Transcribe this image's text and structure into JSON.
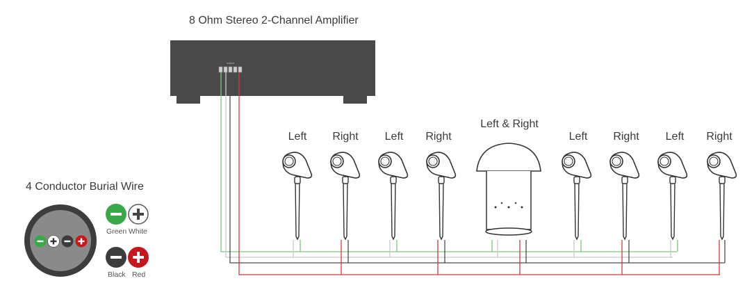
{
  "amplifier": {
    "title": "8 Ohm Stereo 2-Channel Amplifier",
    "terminal_label": "output"
  },
  "speakers": [
    {
      "label": "Left",
      "type": "spot"
    },
    {
      "label": "Right",
      "type": "spot"
    },
    {
      "label": "Left",
      "type": "spot"
    },
    {
      "label": "Right",
      "type": "spot"
    },
    {
      "label": "Left & Right",
      "type": "bollard"
    },
    {
      "label": "Left",
      "type": "spot"
    },
    {
      "label": "Right",
      "type": "spot"
    },
    {
      "label": "Left",
      "type": "spot"
    },
    {
      "label": "Right",
      "type": "spot"
    }
  ],
  "wire": {
    "title": "4 Conductor Burial Wire",
    "conductors": [
      {
        "color_name": "Green",
        "polarity": "−",
        "hex": "#3aa84a"
      },
      {
        "color_name": "White",
        "polarity": "+",
        "hex": "#ffffff"
      },
      {
        "color_name": "Black",
        "polarity": "−",
        "hex": "#3c3c3c"
      },
      {
        "color_name": "Red",
        "polarity": "+",
        "hex": "#c8161d"
      }
    ]
  },
  "colors": {
    "amp_body": "#4a4a4a",
    "line_green": "#7cc47f",
    "line_white": "#cfcfcf",
    "line_black": "#4a4a4a",
    "line_red": "#d13a3a"
  }
}
